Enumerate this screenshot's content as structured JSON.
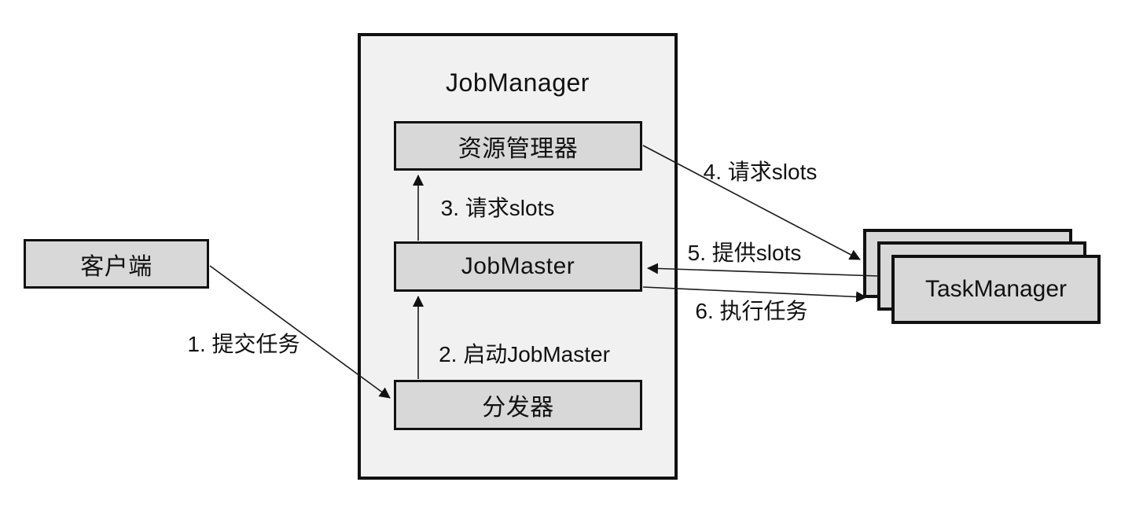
{
  "colors": {
    "background": "#ffffff",
    "container_fill": "#f1f1f2",
    "node_fill": "#d8d8d8",
    "border": "#111111",
    "text": "#111111"
  },
  "diagram": {
    "container_title": "JobManager",
    "nodes": {
      "client": {
        "label": "客户端"
      },
      "resource_manager": {
        "label": "资源管理器"
      },
      "job_master": {
        "label": "JobMaster"
      },
      "dispatcher": {
        "label": "分发器"
      },
      "task_manager": {
        "label": "TaskManager"
      }
    },
    "edges": [
      {
        "id": 1,
        "label": "1. 提交任务",
        "from": "client",
        "to": "dispatcher"
      },
      {
        "id": 2,
        "label": "2. 启动JobMaster",
        "from": "dispatcher",
        "to": "job_master"
      },
      {
        "id": 3,
        "label": "3. 请求slots",
        "from": "job_master",
        "to": "resource_manager"
      },
      {
        "id": 4,
        "label": "4. 请求slots",
        "from": "resource_manager",
        "to": "task_manager"
      },
      {
        "id": 5,
        "label": "5. 提供slots",
        "from": "task_manager",
        "to": "job_master"
      },
      {
        "id": 6,
        "label": "6. 执行任务",
        "from": "job_master",
        "to": "task_manager"
      }
    ]
  }
}
